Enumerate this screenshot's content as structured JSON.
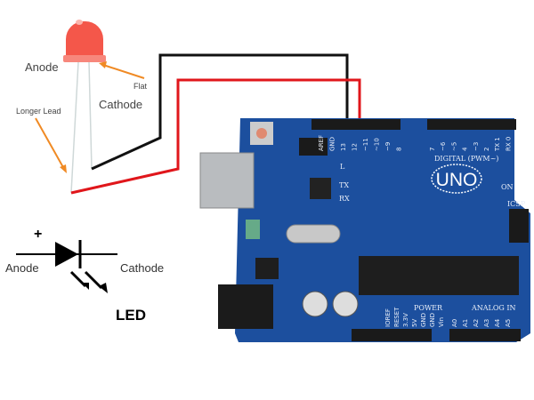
{
  "led_photo": {
    "anode_label": "Anode",
    "cathode_label": "Cathode",
    "flat_label": "Flat",
    "longer_lead_label": "Longer Lead"
  },
  "led_symbol": {
    "plus_sign": "+",
    "anode_label": "Anode",
    "cathode_label": "Cathode",
    "title": "LED"
  },
  "board": {
    "logo": "UNO",
    "digital_header_label": "DIGITAL (PWM~)",
    "on_label": "ON",
    "tx_label": "TX",
    "rx_label": "RX",
    "l_label": "L",
    "icsp_label": "ICSP",
    "power_label": "POWER",
    "analog_label": "ANALOG IN",
    "digital_pins": [
      "AREF",
      "GND",
      "13",
      "12",
      "~11",
      "~10",
      "~9",
      "8",
      "7",
      "~6",
      "~5",
      "4",
      "~3",
      "2",
      "TX 1",
      "RX 0"
    ],
    "power_pins": [
      "IOREF",
      "RESET",
      "3.3V",
      "5V",
      "GND",
      "GND",
      "Vin"
    ],
    "analog_pins": [
      "A0",
      "A1",
      "A2",
      "A3",
      "A4",
      "A5"
    ]
  },
  "colors": {
    "board": "#1c4f9e",
    "wire_black": "#111111",
    "wire_red": "#e0161b",
    "led": "#f4574a",
    "arrow": "#f08a24"
  }
}
